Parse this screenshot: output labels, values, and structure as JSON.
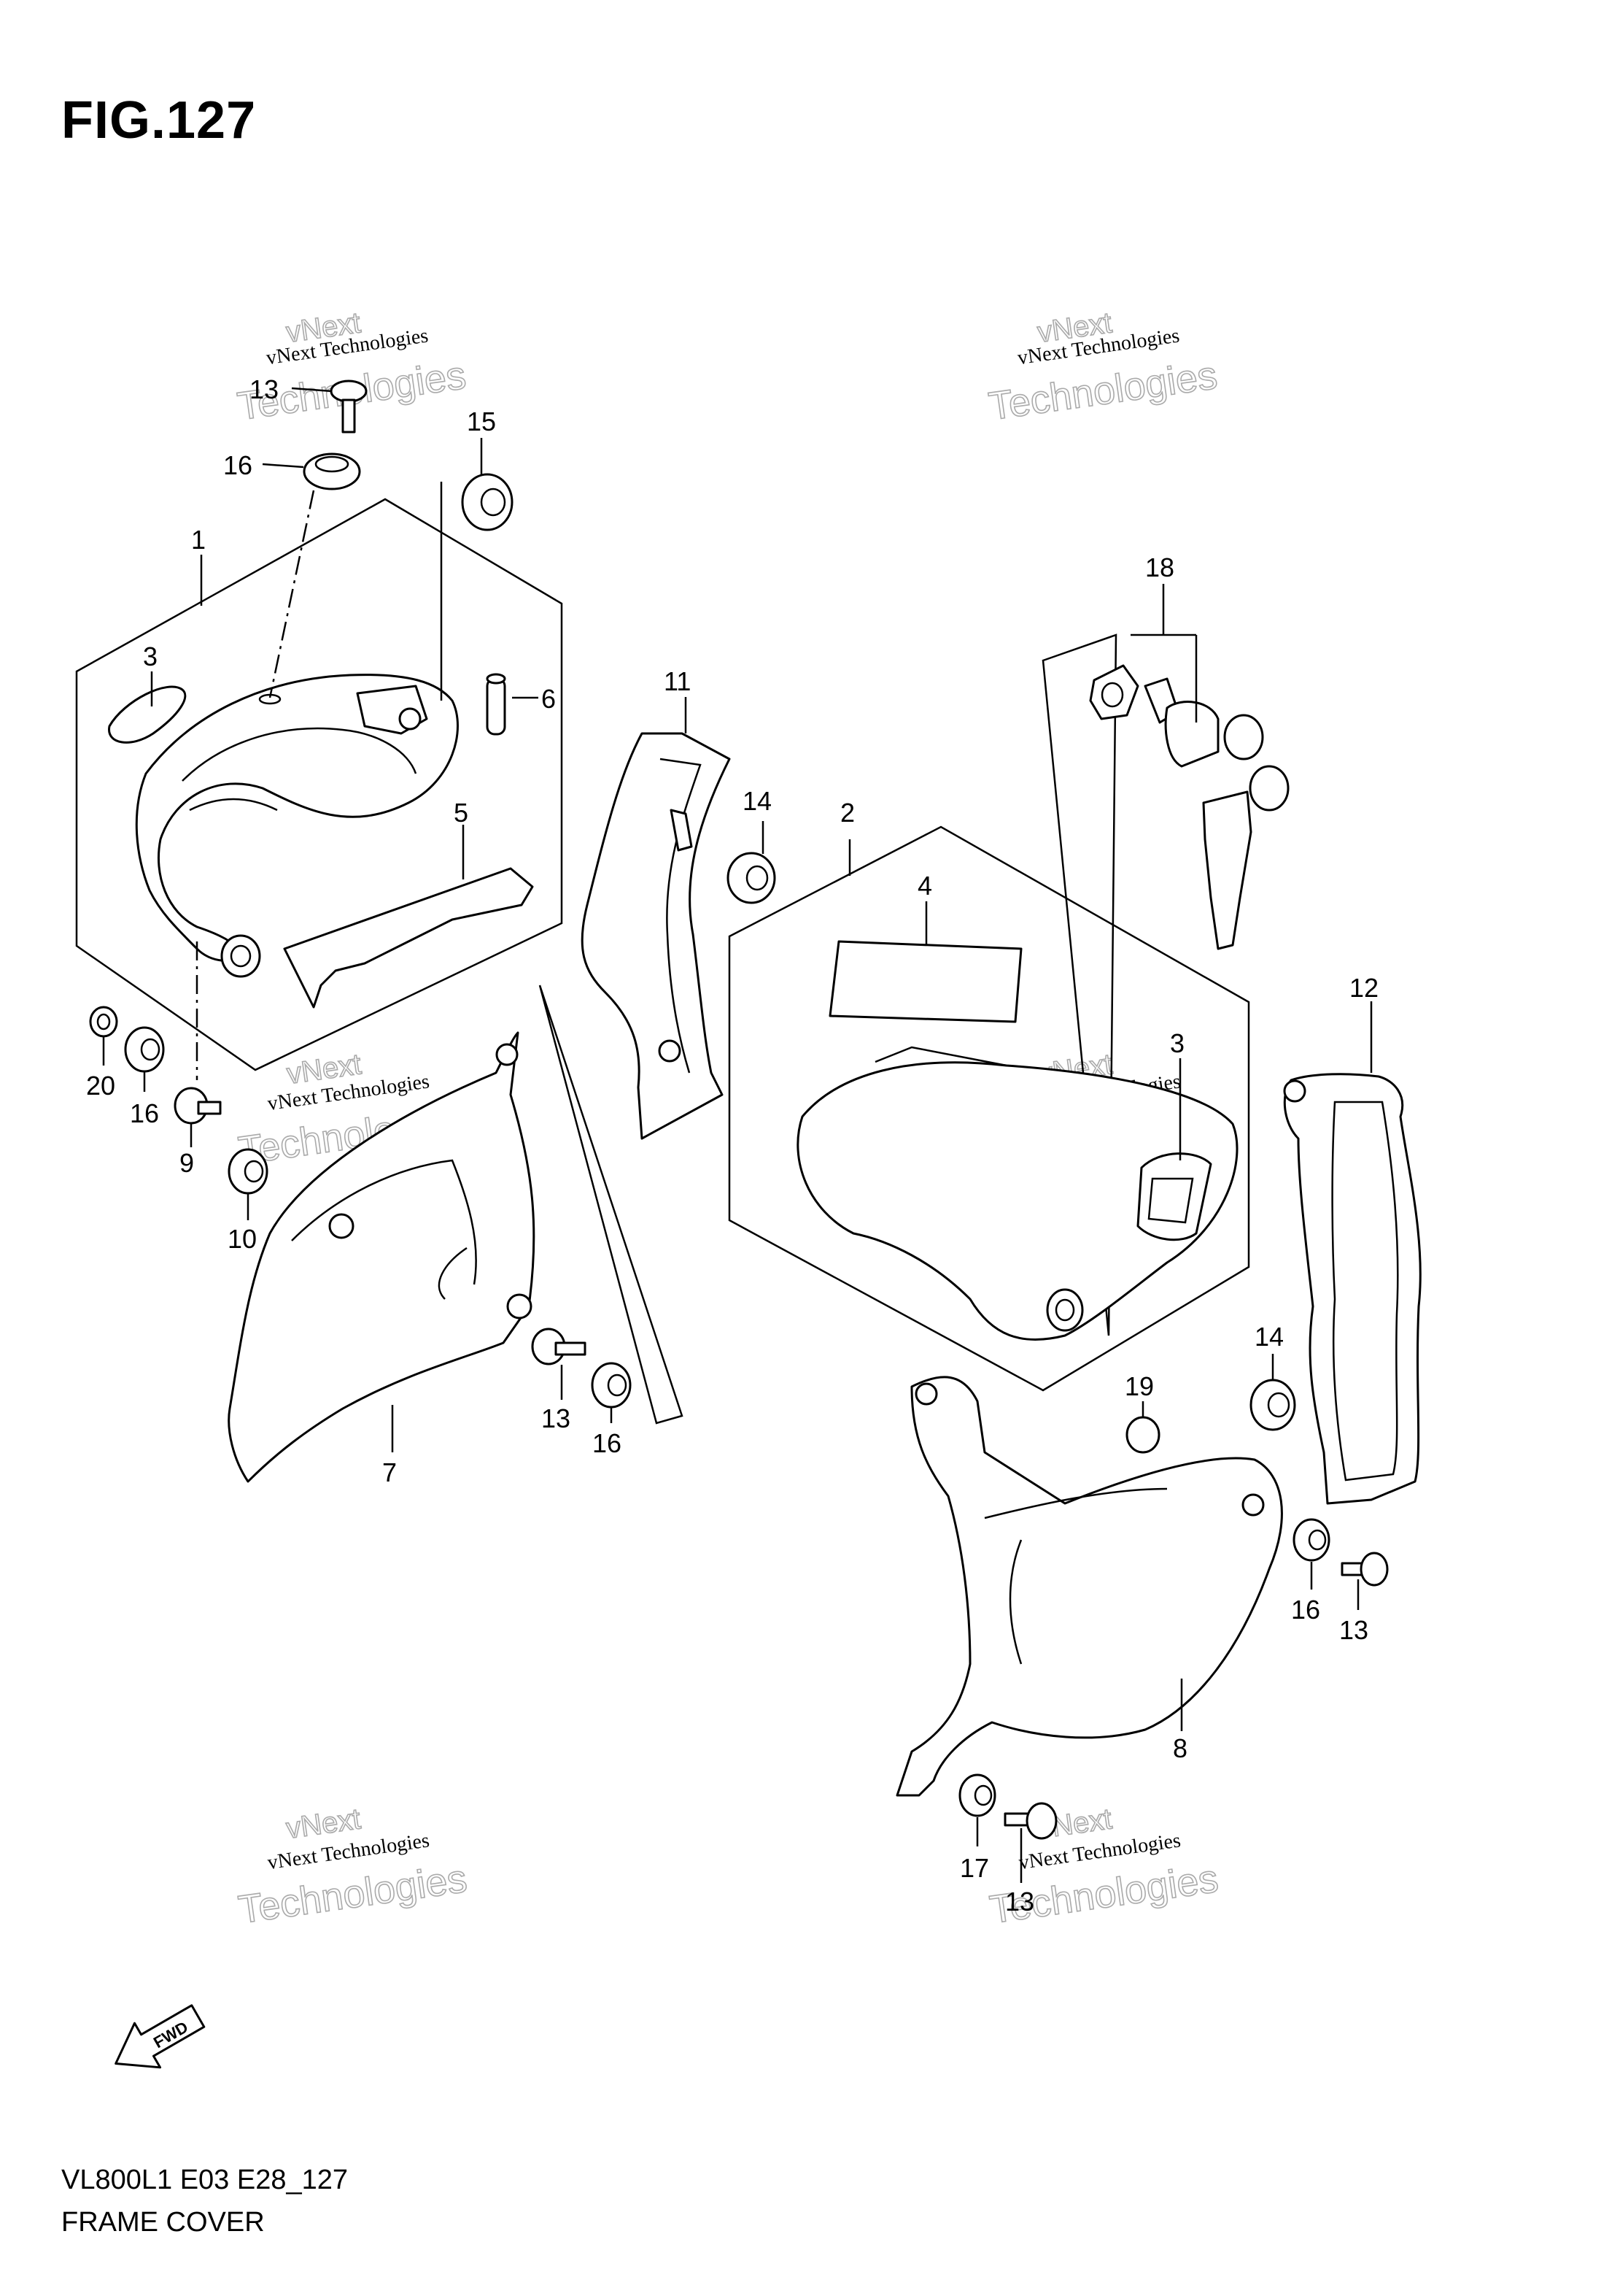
{
  "figure": {
    "title": "FIG.127",
    "model_code": "VL800L1 E03 E28_127",
    "section_name": "FRAME COVER"
  },
  "watermark": {
    "line0": "vNext",
    "line1": "vNext Technologies",
    "line2": "Technologies"
  },
  "fwd_label": "FWD",
  "callouts": [
    "13",
    "16",
    "15",
    "1",
    "3",
    "6",
    "5",
    "11",
    "14",
    "2",
    "4",
    "18",
    "20",
    "16",
    "9",
    "10",
    "7",
    "13",
    "16",
    "3",
    "12",
    "14",
    "19",
    "16",
    "13",
    "8",
    "17",
    "13"
  ]
}
